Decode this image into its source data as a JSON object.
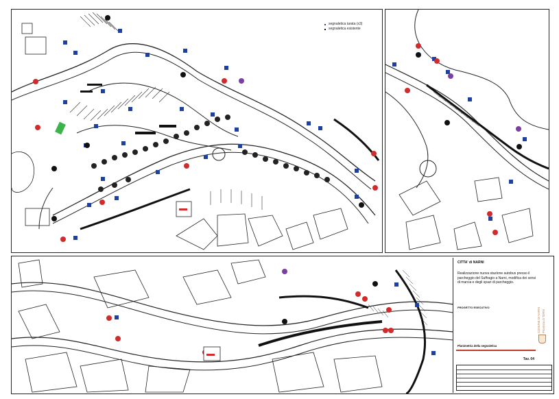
{
  "legend": {
    "items": [
      {
        "label": "segnaletica tarata (x3)",
        "icon": "blue-sign-post"
      },
      {
        "label": "segnaletica esistente",
        "icon": "dark-sign-post"
      }
    ]
  },
  "title_block": {
    "city": "CITTA' di NARNI",
    "description": "Realizzazione nuova stazione autobus  presso il parcheggio del Suffragio a Narni, modifica dei sensi di marcia e degli spazi di parcheggio.",
    "phase": "PROGETTO ESECUTIVO",
    "content_title": "Planimetria della segnaletica",
    "sheet_number": "Tav. 04",
    "stamp_line1": "COMUNE DI NARNI",
    "stamp_line2": "Provincia di TERNI"
  },
  "colors": {
    "new_sign": "#1f3fa3",
    "prohibition_sign": "#d12b2b",
    "existing_sign": "#111111",
    "purple_sign": "#7a3fa0",
    "green_area": "#3bb54a",
    "tree": "#222222",
    "road_line": "#222222"
  }
}
